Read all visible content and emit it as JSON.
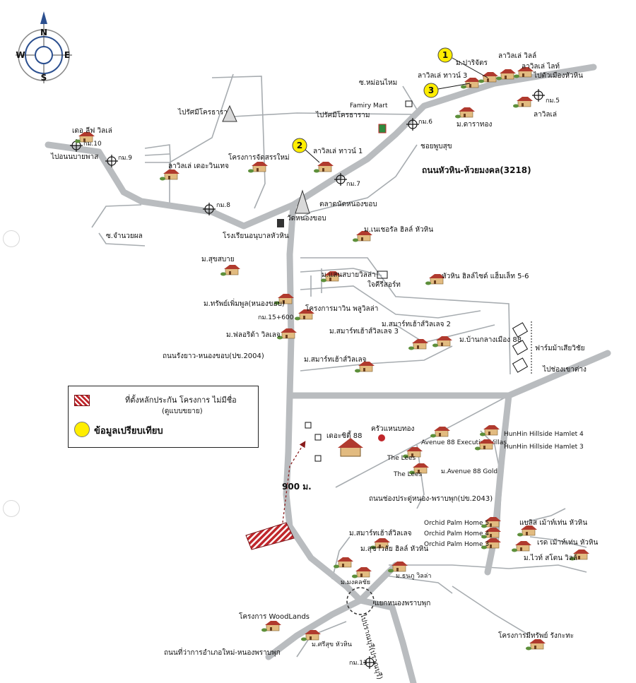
{
  "compass": {
    "n": "N",
    "s": "S",
    "e": "E",
    "w": "W"
  },
  "main_road": {
    "label": "ถนนหัวหิน-ห้วยมงคล(3218)"
  },
  "roads": {
    "to_city": "ไปตัวเมืองหัวหิน",
    "to_nongbua": "ไปอนนบายพาส",
    "to_wat1": "ไปรัศมีโครธาราม",
    "to_wat2": "ไปรัศมีโครธาราม",
    "mo_bon_mai": "ซ.หม่อนไหม",
    "soi_chamnuan": "ซ.จำนวยผล",
    "soi_phusuk": "ชอยพูบสุข",
    "rang_yao": "ถนนรังยาว-หนองขอบ(ปข.2004)",
    "chong_pradu": "ถนนช่องประดู่หนอง-พราบพุก(ปข.2043)",
    "to_khao_tao": "ไปช่องเขาต่าง",
    "to_pranburi": "ไปปราณบุรี(ปราณบุรี)",
    "amphoe_road": "ถนนที่ว่าการอำเภอใหม่-หนองพราบพุก",
    "junction": "แยกหนองพราบพุก"
  },
  "km_markers": [
    "กม.10",
    "กม.9",
    "กม.8",
    "กม.7",
    "กม.6",
    "กม.5",
    "กม.15+600",
    "กม.13"
  ],
  "places": {
    "family_mart": "Famiry Mart",
    "hospital": "โรงเรียนอนุบาลหัวหิน",
    "market": "ตลาดนัดหนองขอบ",
    "temple": "วัดหนองขอบ",
    "wat_ronna": "ไปรัศมีโครธาราม",
    "jaikrisorn": "ใจคีรีสอร์ท",
    "farm": "ฟาร์มม้าเสียวิชัย",
    "krua": "ครัวแหนบทอง",
    "the_city88": "เดอะซิตี้ 88"
  },
  "projects": {
    "p_live": "เดอ ลีฟ วิลเล่",
    "p_lasvegas": "ลาวิลเล่ เดอะวินเทจ",
    "p_chatsan": "โครงการจัดสรรใหม่",
    "p_turn1": "ลาวิลเล่ ทาวน์ 1",
    "p_turn3": "ลาวิลเล่ ทาวน์ 3",
    "p_parichat": "ม.ปาริจัตร",
    "p_lavillage": "ลาวิลเล่ วิลล์",
    "p_lavillage_light": "ลาวิลเล่ ไลท์",
    "p_lavillage2": "ลาวิลเล่",
    "p_darathong": "ม.ดาราทอง",
    "p_natural": "ม.เนเชอรัล ฮิลล์ หัวหิน",
    "p_suksabai": "ม.สุขสบาย",
    "p_saensabai": "ม.แสนสบายวิลล่า",
    "p_huahin_hillside": "หัวหิน ฮิลล์ไซด์ แฮ็มเล็ท 5-6",
    "p_sap_phoon": "ม.ทรัพย์เพิ่มพูล(หนองขอบ)",
    "p_marvin": "โครงการมาวิน พลูวิลล่า",
    "p_florida": "ม.ฟลอริด้า วิลเลจ",
    "p_smart3": "ม.สมาร์ทเฮ้าส์วิลเลจ 3",
    "p_smart2": "ม.สมาร์ทเฮ้าส์วิลเลจ 2",
    "p_baanklang": "ม.บ้านกลางเมือง 88",
    "p_smart": "ม.สมาร์ทเฮ้าส์วิลเลจ",
    "p_avenue_exec": "Avenue 88 Executive Villas",
    "p_hamlet4": "HunHin Hillside Hamlet 4",
    "p_hamlet3": "HunHin Hillside Hamlet 3",
    "p_lees1": "The Lees",
    "p_lees2": "The Lees",
    "p_avenue_gold": "ม.Avenue 88 Gold",
    "p_orchid5": "Orchid Palm Home 5",
    "p_orchid4": "Orchid Palm Home 4",
    "p_orchid3": "Orchid Palm Home 3",
    "p_blis": "แบลิส เม้าท์เท่น หัวหิน",
    "p_red": "เรด เม้าท์เท่น หัวหิน",
    "p_white": "ม.ไวท์ สโตน วิลล์",
    "p_smart_s": "ม.สมาร์ทเฮ้าส์วิลเลจ",
    "p_sucha": "ม.สุชาวลัย ฮิลล์ หัวหิน",
    "p_mongkol": "ม.มงคลชัย",
    "p_tanaphu": "ม.ธนภู วิลล่า",
    "p_woodlands": "โครงการ WoodLands",
    "p_srisuk": "ม.ศรีสุข หัวหิน",
    "p_meesap": "โครงการมีทรัพย์ รังกะทะ"
  },
  "comparables": [
    "1",
    "2",
    "3"
  ],
  "distance": "900 ม.",
  "legend": {
    "site_label": "ที่ตั้งหลักประกัน โครงการ ไม่มีชื่อ",
    "site_sub": "(ดูแบบขยาย)",
    "compare_label": "ข้อมูลเปรียบเทียบ"
  },
  "colors": {
    "road": "#b9bcbf",
    "site": "#c0262b",
    "compare": "#ffee00",
    "house": "#e2bb80",
    "roof": "#b03a2e"
  }
}
